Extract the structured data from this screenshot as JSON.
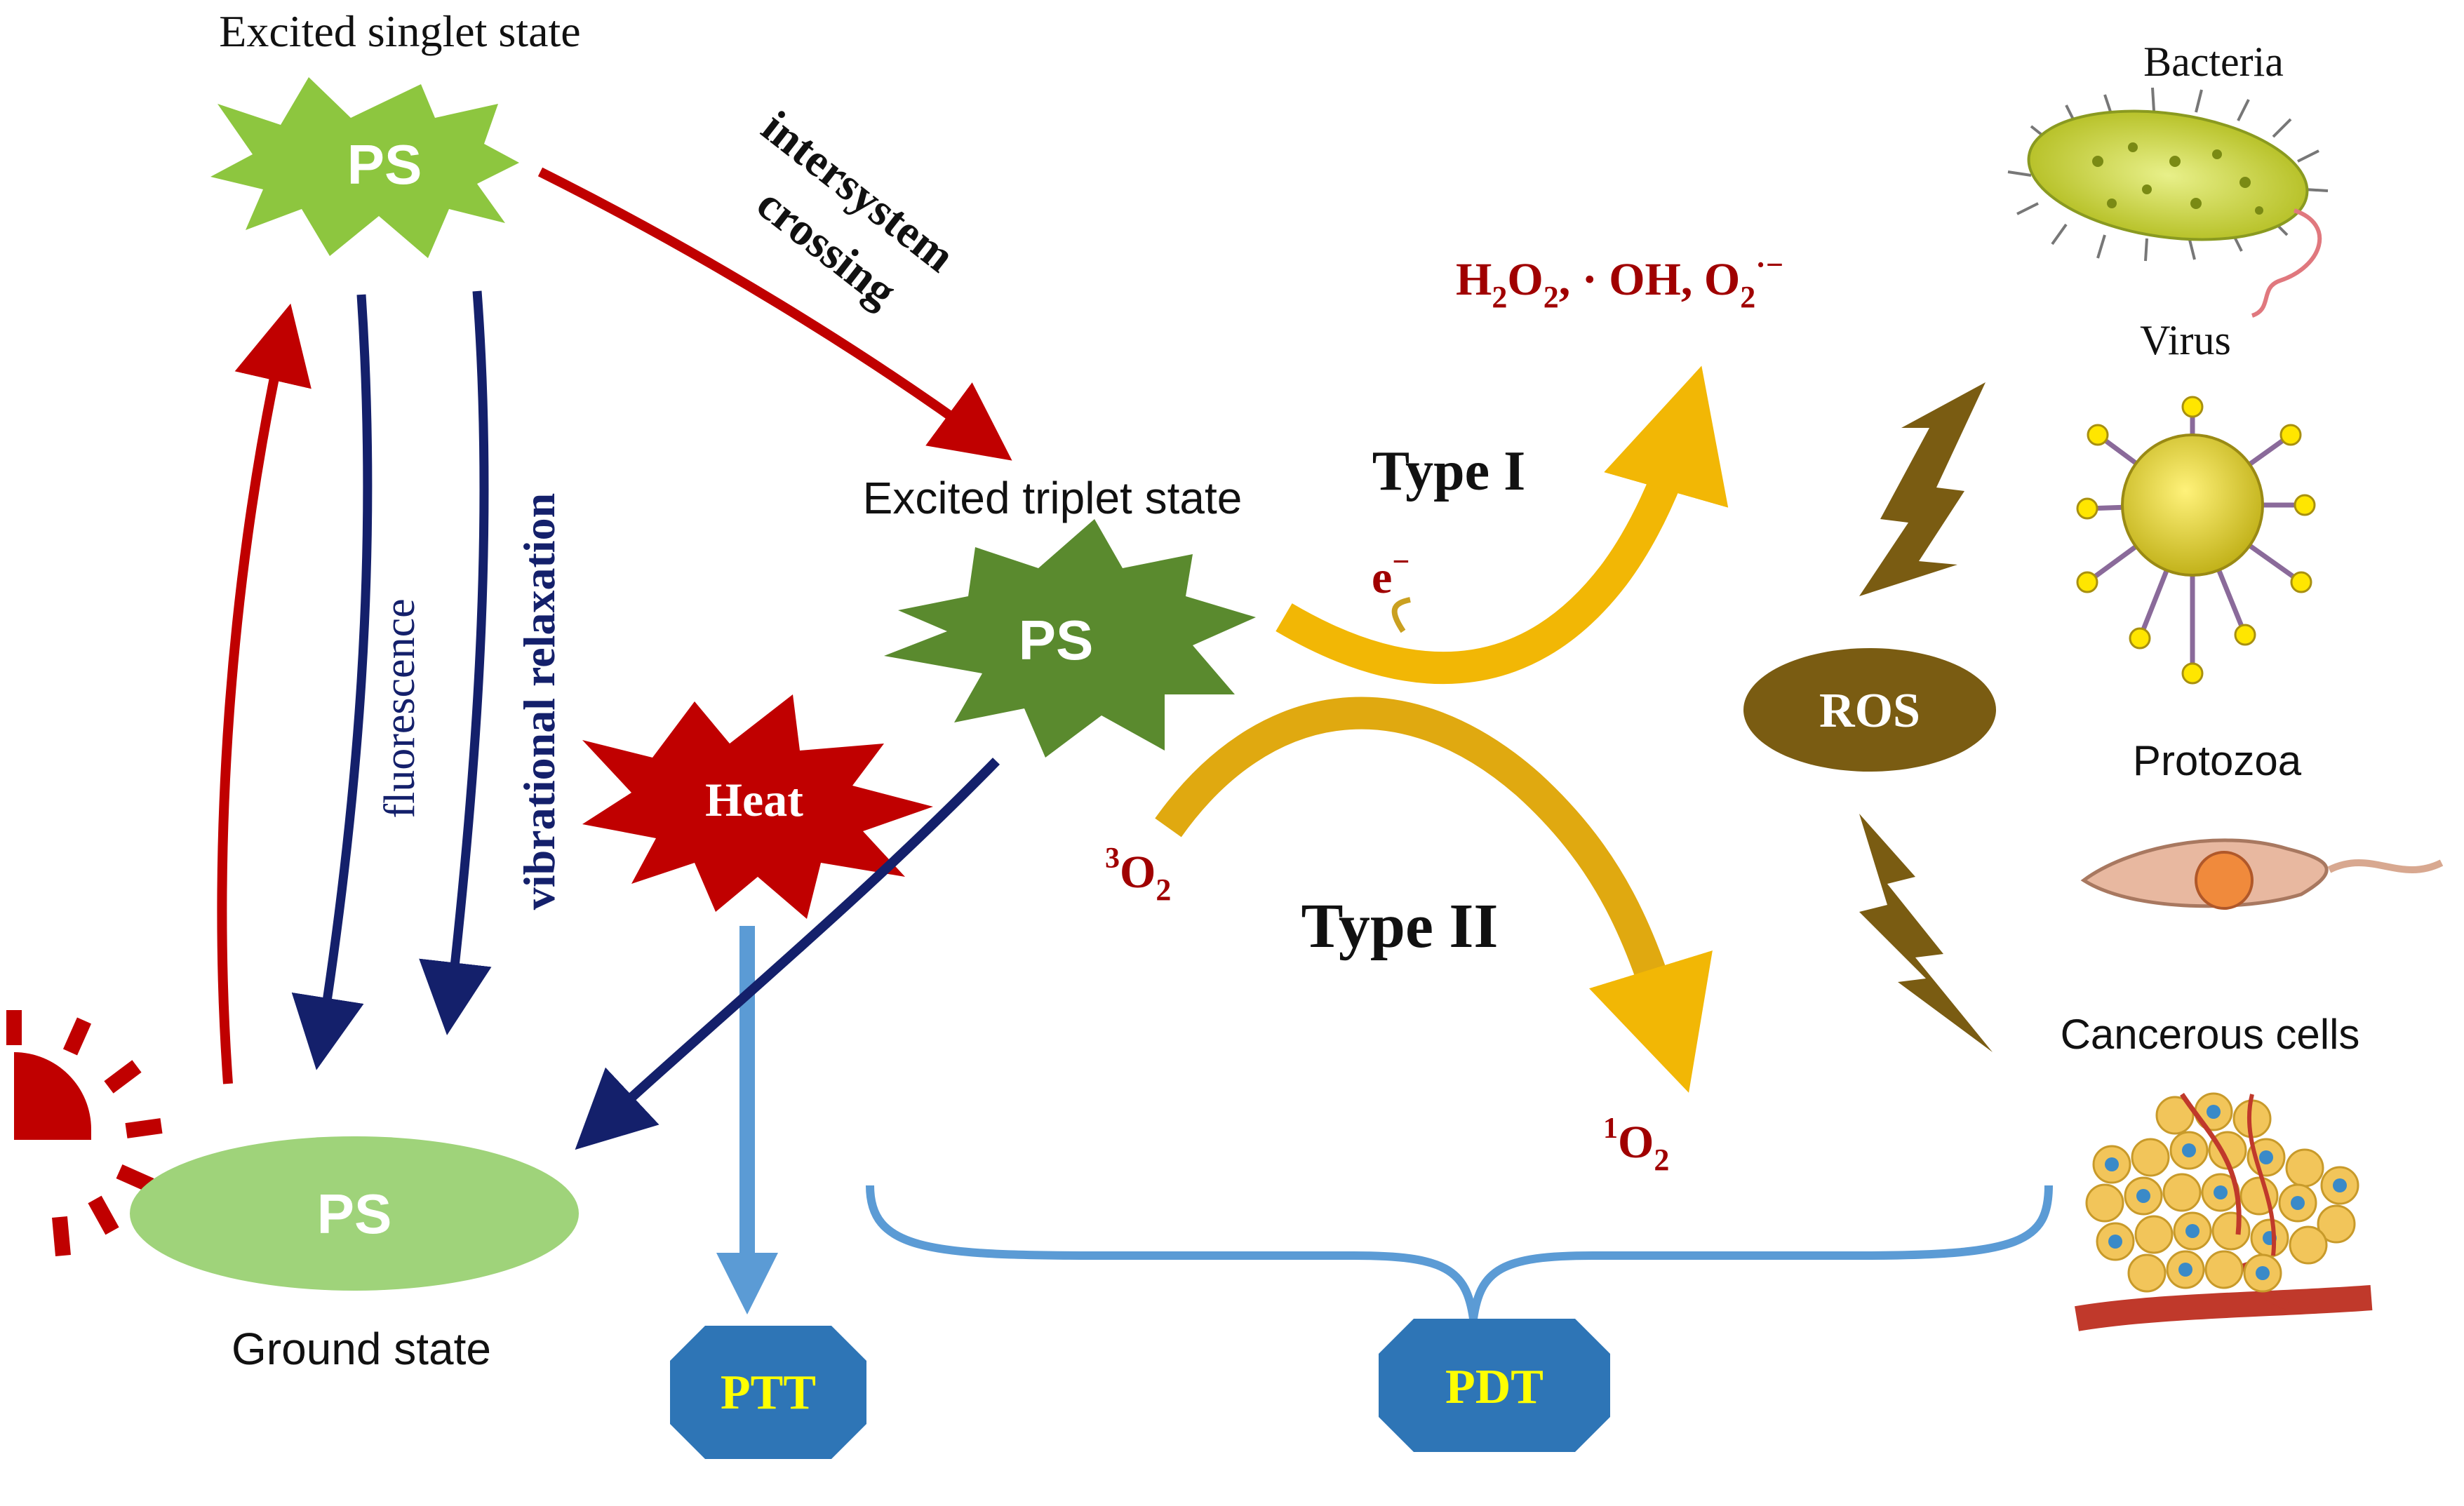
{
  "labels": {
    "excited_singlet": "Excited singlet state",
    "excited_triplet": "Excited triplet state",
    "ground_state": "Ground state",
    "isc_line1": "intersystem",
    "isc_line2": "crossing",
    "fluorescence": "fluorescence",
    "vibrational_relaxation": "vibrational relaxation",
    "type1": "Type I",
    "type2": "Type II",
    "electron_base": "e",
    "electron_sup": "−",
    "o2_triplet_sup": "3",
    "o2_triplet_base": "O",
    "o2_triplet_sub": "2",
    "o2_singlet_sup": "1",
    "o2_singlet_base": "O",
    "o2_singlet_sub": "2",
    "ros_species": [
      {
        "text": "H",
        "sub": "2"
      },
      {
        "text": "O",
        "sub": "2"
      },
      {
        "text": ", · OH, O",
        "sub": "2"
      },
      {
        "text": "·−",
        "sub": ""
      }
    ]
  },
  "nodes": {
    "ps_singlet": "PS",
    "ps_triplet": "PS",
    "ps_ground": "PS",
    "heat": "Heat",
    "ros": "ROS",
    "ptt": "PTT",
    "pdt": "PDT"
  },
  "targets": {
    "bacteria": "Bacteria",
    "virus": "Virus",
    "protozoa": "Protozoa",
    "cancer": "Cancerous  cells"
  },
  "colors": {
    "singlet_ps": "#8dc63f",
    "triplet_ps": "#5a8a2e",
    "ground_ps": "#9fd37a",
    "heat": "#c00000",
    "ros": "#7a5c12",
    "label_box": "#2e75b6",
    "label_text": "#ffff00",
    "red_arrow": "#c00000",
    "navy_arrow": "#14206b",
    "gold": "#f2b705",
    "blue_line": "#5b9bd5",
    "sun": "#c00000",
    "dark_red_text": "#a00000"
  }
}
